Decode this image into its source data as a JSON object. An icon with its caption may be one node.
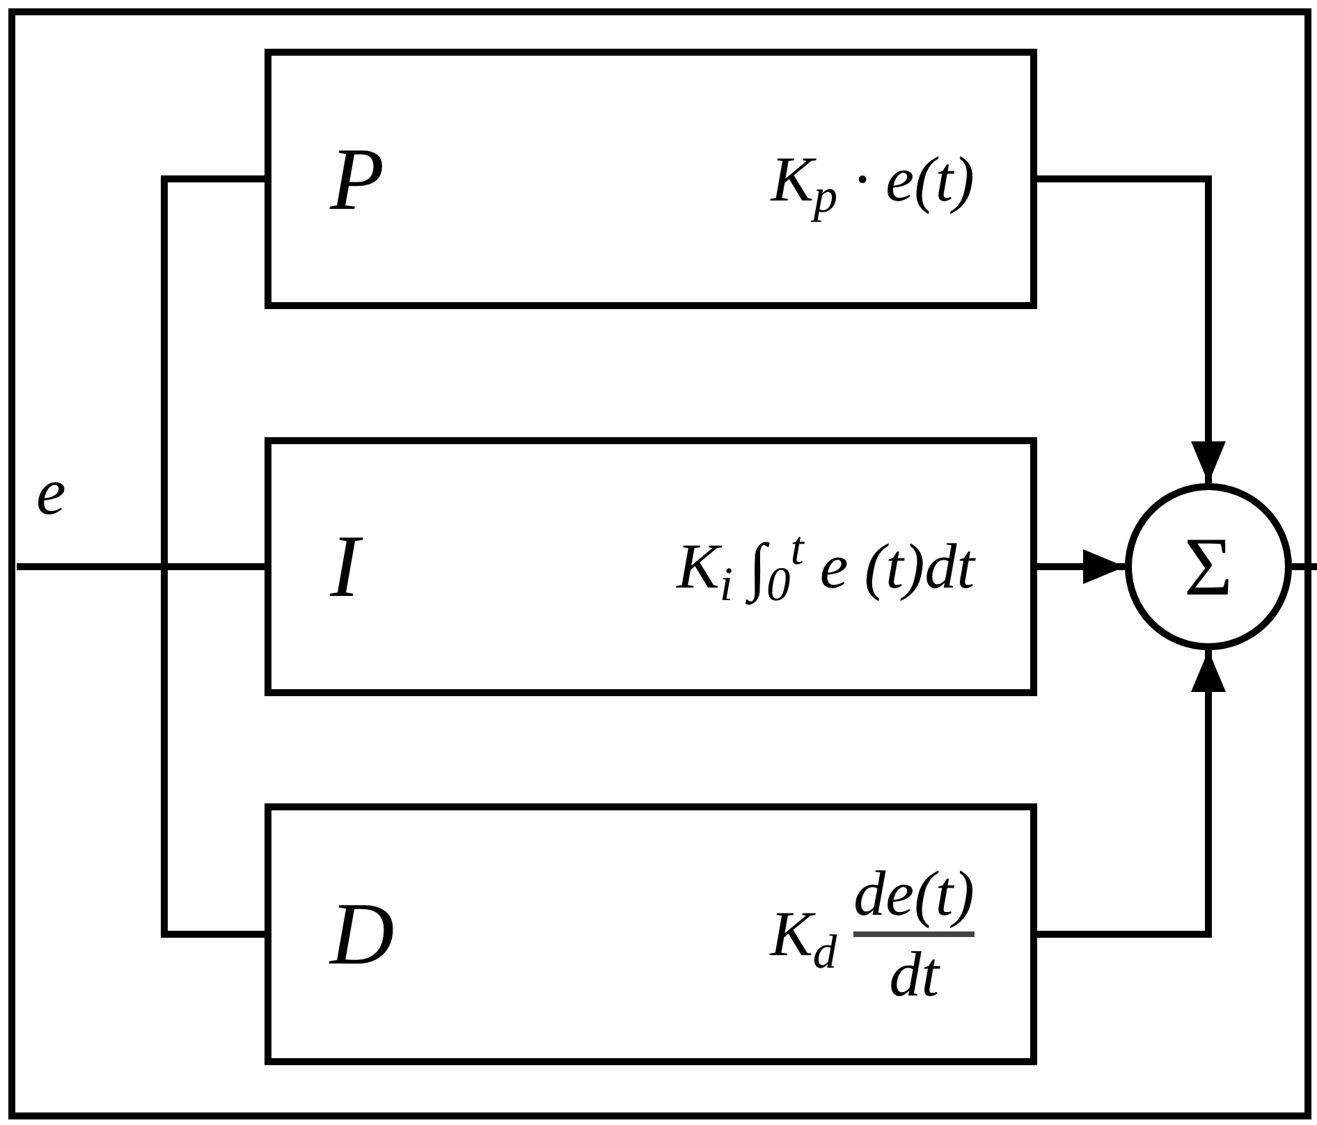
{
  "diagram": {
    "nodes": [
      {
        "text": [
          "P",
          "K$_{p}$ · e(t)"
        ]
      },
      {
        "text": [
          "I",
          "K$_{i}$ ∫$_{0}$$^{t}$ e (t)dt"
        ]
      },
      {
        "text": [
          "D",
          "K$_{d}$",
          "de(t)",
          "dt"
        ]
      },
      {
        "text": [
          "Σ"
        ]
      }
    ],
    "edges": [
      {
        "from": null,
        "to": 0,
        "arrow": "none"
      },
      {
        "from": null,
        "to": 1,
        "arrow": "none"
      },
      {
        "from": null,
        "to": 2,
        "arrow": "none"
      },
      {
        "from": 0,
        "to": 3,
        "arrow": "to"
      },
      {
        "from": 1,
        "to": 3,
        "arrow": "to"
      },
      {
        "from": 2,
        "to": 3,
        "arrow": "to"
      },
      {
        "from": 3,
        "to": null,
        "arrow": "none"
      }
    ],
    "labels": [
      "e"
    ]
  }
}
